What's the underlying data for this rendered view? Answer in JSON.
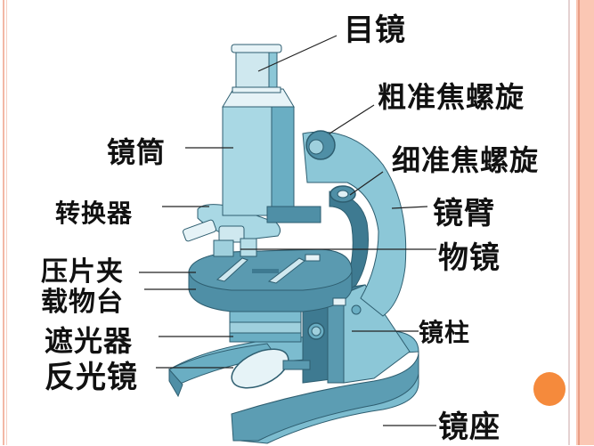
{
  "diagram": {
    "subject": "microscope",
    "colors": {
      "body_light": "#a9d8e4",
      "body_mid": "#7cbccf",
      "body_dark": "#4f8fa6",
      "outline": "#2e5e70",
      "accent_dot": "#f58a3c",
      "border_band": "#fbc7b4"
    },
    "labels": {
      "eyepiece": "目镜",
      "coarse_focus": "粗准焦螺旋",
      "tube": "镜筒",
      "fine_focus": "细准焦螺旋",
      "arm": "镜臂",
      "nosepiece": "转换器",
      "objective": "物镜",
      "stage_clip": "压片夹",
      "stage": "载物台",
      "diaphragm": "遮光器",
      "pillar": "镜柱",
      "mirror": "反光镜",
      "base": "镜座"
    }
  }
}
